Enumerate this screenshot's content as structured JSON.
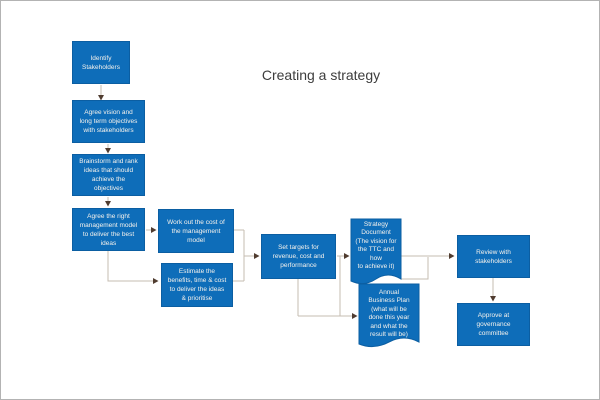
{
  "title": "Creating a strategy",
  "colors": {
    "background": "#ffffff",
    "frame": "#b3b3b3",
    "node_fill": "#0e6db9",
    "node_border": "#0b5ea2",
    "node_text": "#f6f2ec",
    "connector": "#c6bcb2",
    "arrowhead": "#503c30",
    "title": "#3d3d3d"
  },
  "nodes": {
    "identify_stakeholders": {
      "label": "Identify\nStakeholders",
      "type": "process"
    },
    "agree_vision": {
      "label": "Agree vision and\nlong term objectives\nwith stakeholders",
      "type": "process"
    },
    "brainstorm": {
      "label": "Brainstorm and rank\nideas that should\nachieve the\nobjectives",
      "type": "process"
    },
    "agree_model": {
      "label": "Agree the right\nmanagement model\nto deliver the best\nideas",
      "type": "process"
    },
    "work_out_cost": {
      "label": "Work out the cost of\nthe management\nmodel",
      "type": "process"
    },
    "estimate_benefits": {
      "label": "Estimate the\nbenefits, time & cost\nto deliver the ideas\n& prioritise",
      "type": "process"
    },
    "set_targets": {
      "label": "Set targets for\nrevenue, cost and\nperformance",
      "type": "process"
    },
    "strategy_document": {
      "label": "Strategy\nDocument\n(The vision for\nthe TTC and how\nto achieve it)",
      "type": "document"
    },
    "annual_business_plan": {
      "label": "Annual\nBusiness Plan\n(what will be\ndone this year\nand what the\nresult will be)",
      "type": "document"
    },
    "review_stakeholders": {
      "label": "Review with\nstakeholders",
      "type": "process"
    },
    "approve_governance": {
      "label": "Approve at\ngovernance\ncommittee",
      "type": "process"
    }
  },
  "edges": [
    {
      "from": "identify_stakeholders",
      "to": "agree_vision"
    },
    {
      "from": "agree_vision",
      "to": "brainstorm"
    },
    {
      "from": "brainstorm",
      "to": "agree_model"
    },
    {
      "from": "agree_model",
      "to": "work_out_cost"
    },
    {
      "from": "agree_model",
      "to": "estimate_benefits"
    },
    {
      "from": "work_out_cost",
      "to": "set_targets"
    },
    {
      "from": "estimate_benefits",
      "to": "set_targets"
    },
    {
      "from": "set_targets",
      "to": "strategy_document"
    },
    {
      "from": "set_targets",
      "to": "annual_business_plan"
    },
    {
      "from": "strategy_document",
      "to": "review_stakeholders"
    },
    {
      "from": "annual_business_plan",
      "to": "review_stakeholders"
    },
    {
      "from": "review_stakeholders",
      "to": "approve_governance"
    }
  ]
}
